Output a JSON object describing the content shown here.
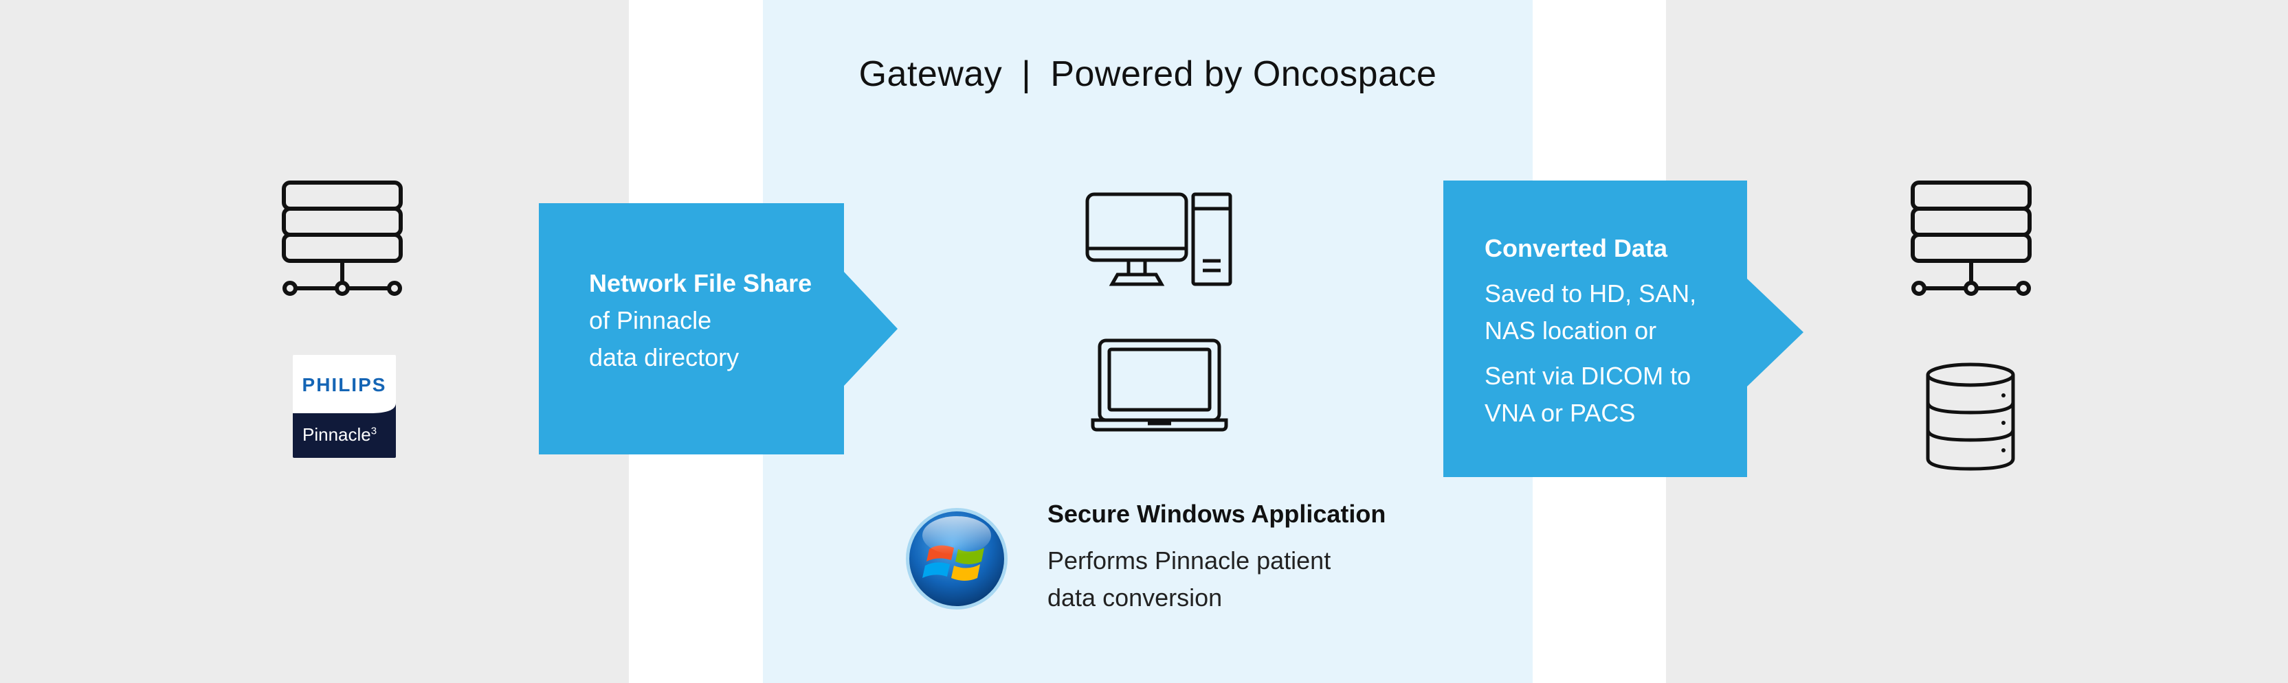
{
  "header": {
    "title_left": "Gateway",
    "separator": "|",
    "title_right": "Powered by Oncospace"
  },
  "source": {
    "server_icon": "server-network-icon",
    "logo": {
      "brand": "PHILIPS",
      "product": "Pinnacle",
      "product_superscript": "3"
    }
  },
  "network_share": {
    "title": "Network File Share",
    "line1": "of Pinnacle",
    "line2": "data directory"
  },
  "gateway": {
    "desktop_icon": "desktop-computer-icon",
    "laptop_icon": "laptop-icon",
    "windows_icon": "windows-logo-icon",
    "app_title": "Secure Windows Application",
    "app_desc_line1": "Performs Pinnacle patient",
    "app_desc_line2": "data conversion"
  },
  "converted": {
    "title": "Converted Data",
    "line1": "Saved to HD, SAN,",
    "line2": "NAS location or",
    "line3": "Sent via DICOM to",
    "line4": "VNA or PACS"
  },
  "destination": {
    "server_icon": "server-network-icon",
    "database_icon": "database-icon"
  },
  "colors": {
    "side_panel": "#ececec",
    "center_panel": "#e6f4fc",
    "accent_blue": "#2fa9e1",
    "philips_blue": "#1565b5",
    "pinnacle_navy": "#101a3a"
  }
}
